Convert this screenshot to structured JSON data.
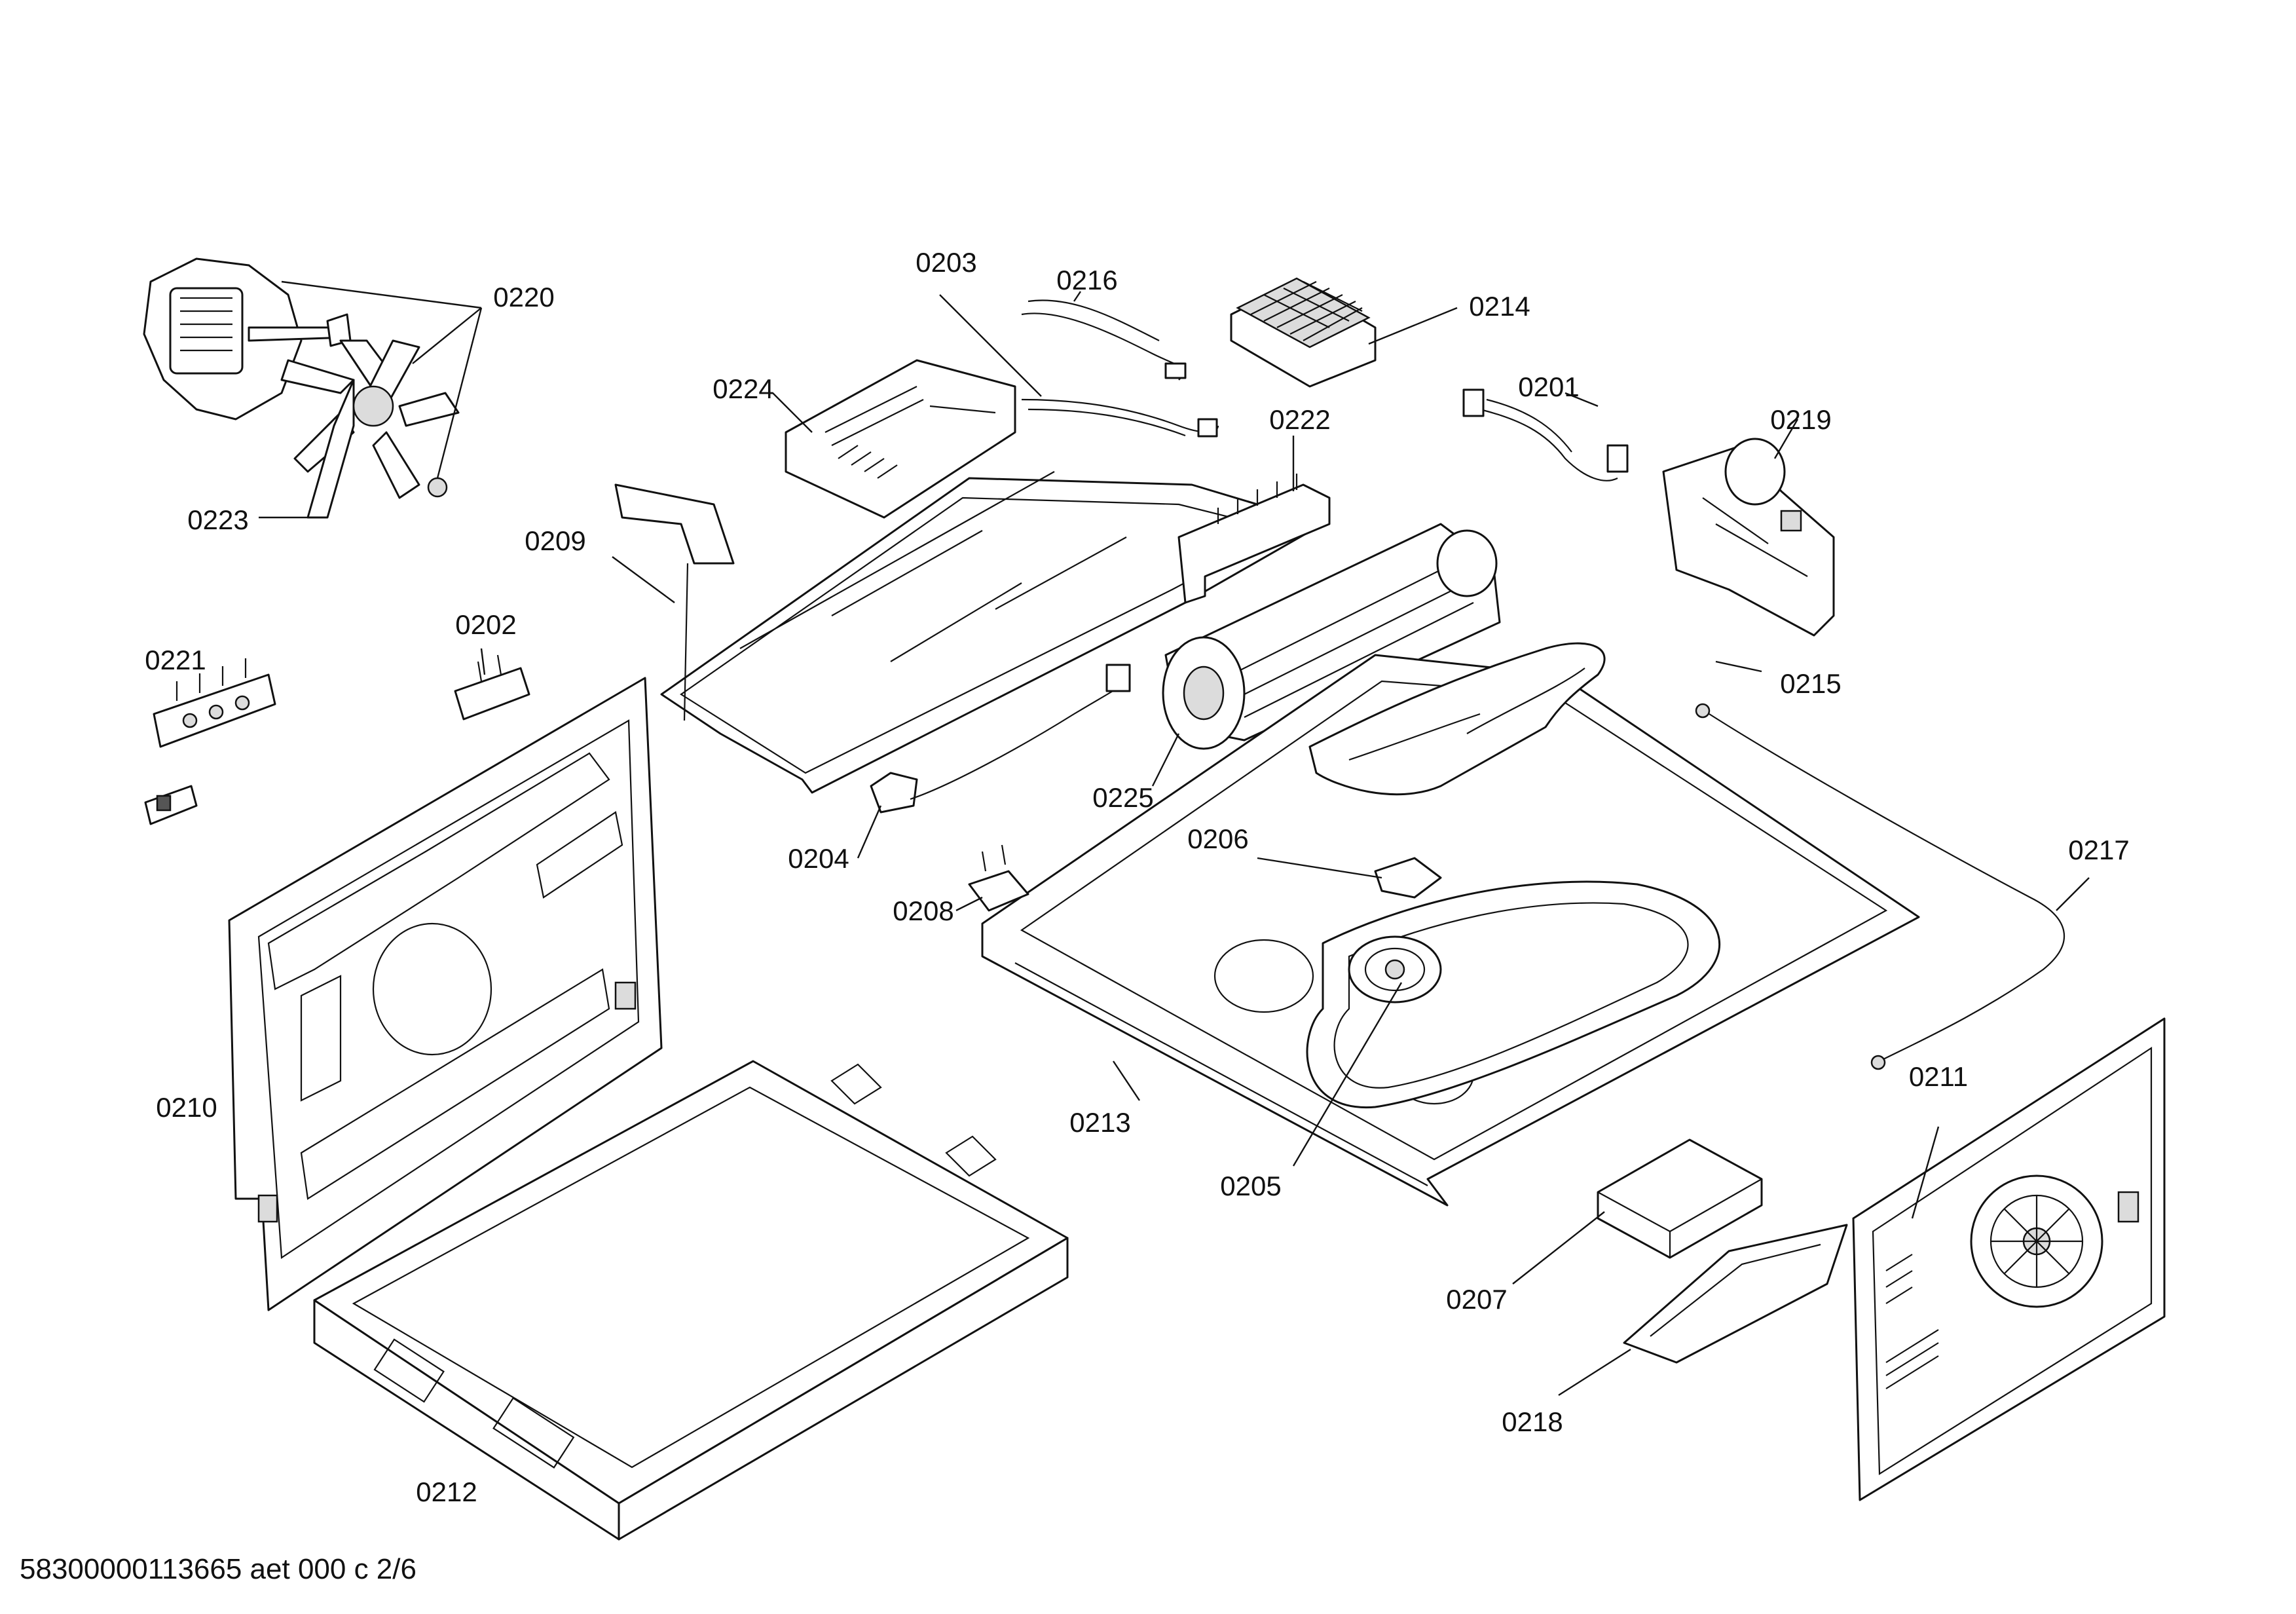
{
  "callouts": {
    "c0201": "0201",
    "c0202": "0202",
    "c0203": "0203",
    "c0204": "0204",
    "c0205": "0205",
    "c0206": "0206",
    "c0207": "0207",
    "c0208": "0208",
    "c0209": "0209",
    "c0210": "0210",
    "c0211": "0211",
    "c0212": "0212",
    "c0213": "0213",
    "c0214": "0214",
    "c0215": "0215",
    "c0216": "0216",
    "c0217": "0217",
    "c0218": "0218",
    "c0219": "0219",
    "c0220": "0220",
    "c0221": "0221",
    "c0222": "0222",
    "c0223": "0223",
    "c0224": "0224",
    "c0225": "0225"
  },
  "footer": "58300000113665 aet 000 c 2/6"
}
